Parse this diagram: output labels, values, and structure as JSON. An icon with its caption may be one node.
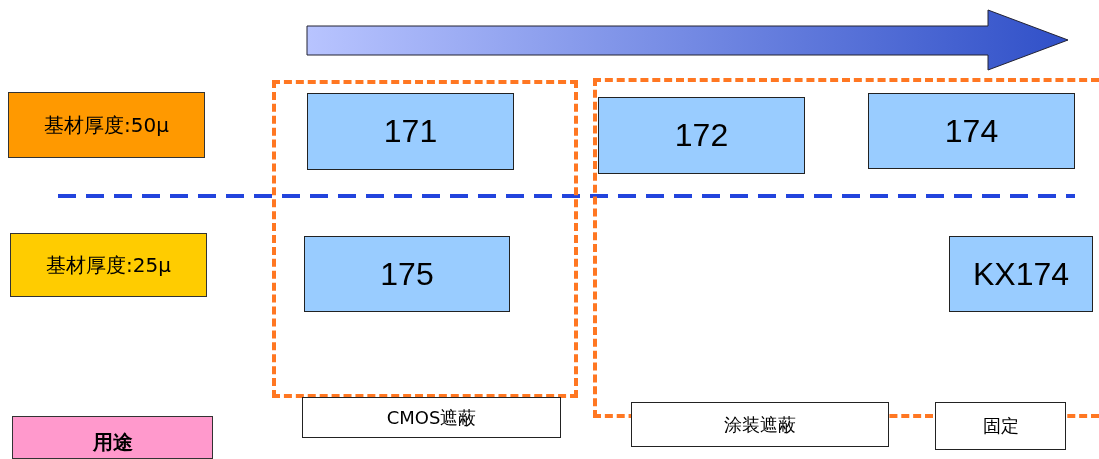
{
  "diagram": {
    "nodes": [
      {
        "text": [
          "基材厚度:50μ"
        ]
      },
      {
        "text": [],
        "shape": "box"
      },
      {
        "text": [
          "171"
        ],
        "in": 1
      },
      {
        "text": [],
        "shape": "box"
      },
      {
        "text": [
          "172"
        ],
        "in": 3
      },
      {
        "text": [
          "174"
        ],
        "in": 3
      },
      {
        "text": [
          "基材厚度:25μ"
        ]
      },
      {
        "text": [
          "175"
        ],
        "in": 1
      },
      {
        "text": [
          "KX174"
        ],
        "in": 3
      },
      {
        "text": [
          "CMOS遮蔽"
        ]
      },
      {
        "text": [
          "涂装遮蔽"
        ]
      },
      {
        "text": [
          "固定"
        ]
      },
      {
        "text": [
          "用途"
        ]
      }
    ]
  }
}
